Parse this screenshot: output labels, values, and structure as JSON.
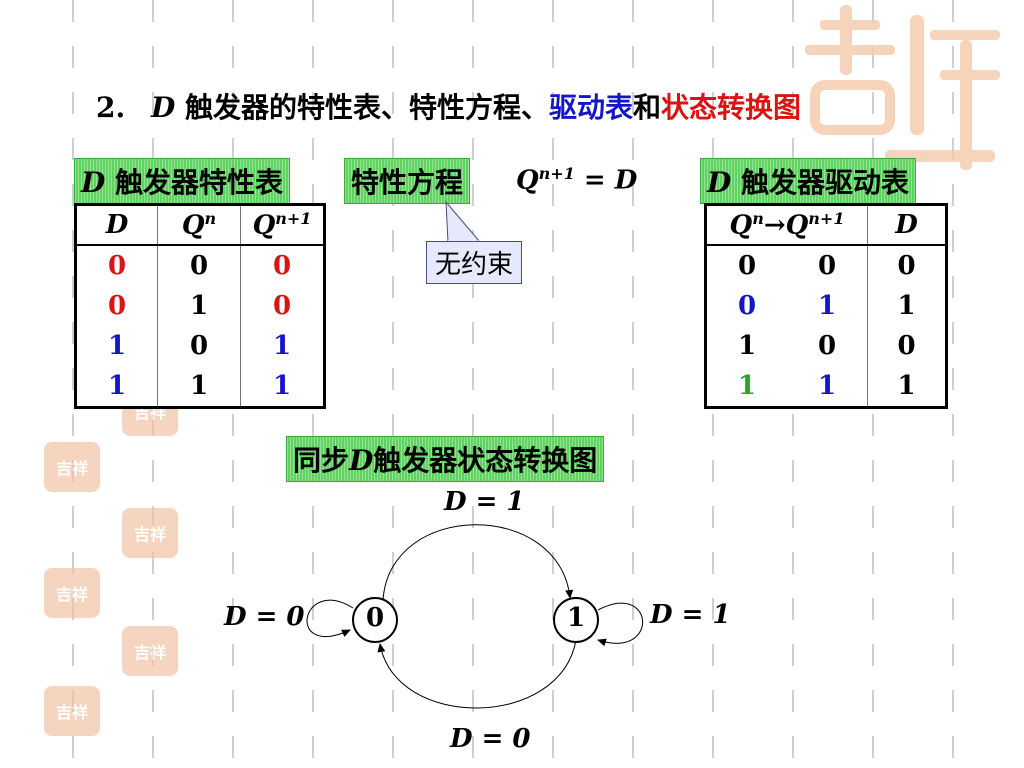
{
  "heading": {
    "number": "2.",
    "d": "D",
    "plain": " 触发器的特性表、特性方程、",
    "blue": "驱动表",
    "mid": "和",
    "red": "状态转换图"
  },
  "char_table": {
    "title_d": "D",
    "title_rest": " 触发器特性表",
    "headers": {
      "d": "D",
      "q": "Q",
      "q_sup": "n",
      "qn1": "Q",
      "qn1_sup": "n+1"
    },
    "rows": [
      {
        "d": "0",
        "q": "0",
        "qn1": "0"
      },
      {
        "d": "0",
        "q": "1",
        "qn1": "0"
      },
      {
        "d": "1",
        "q": "0",
        "qn1": "1"
      },
      {
        "d": "1",
        "q": "1",
        "qn1": "1"
      }
    ]
  },
  "equation": {
    "label": "特性方程",
    "q": "Q",
    "sup": "n+1",
    "rest": " = D",
    "note": "无约束"
  },
  "drive_table": {
    "title_d": "D",
    "title_rest": " 触发器驱动表",
    "headers": {
      "q": "Q",
      "q_sup": "n",
      "arrow": "→",
      "q2": "Q",
      "q2_sup": "n+1",
      "d": "D"
    },
    "rows": [
      {
        "qn": "0",
        "qn1": "0",
        "d": "0"
      },
      {
        "qn": "0",
        "qn1": "1",
        "d": "1"
      },
      {
        "qn": "1",
        "qn1": "0",
        "d": "0"
      },
      {
        "qn": "1",
        "qn1": "1",
        "d": "1"
      }
    ]
  },
  "diagram": {
    "title_pre": "同步",
    "title_d": "D",
    "title_post": "触发器状态转换图",
    "state0": "0",
    "state1": "1",
    "top": "D = 1",
    "bottom": "D = 0",
    "left": "D = 0",
    "right": "D = 1"
  },
  "colors": {
    "red": "#d81414",
    "blue": "#1515c8",
    "green": "#22aa22",
    "label_bg": "#5fd35f"
  }
}
